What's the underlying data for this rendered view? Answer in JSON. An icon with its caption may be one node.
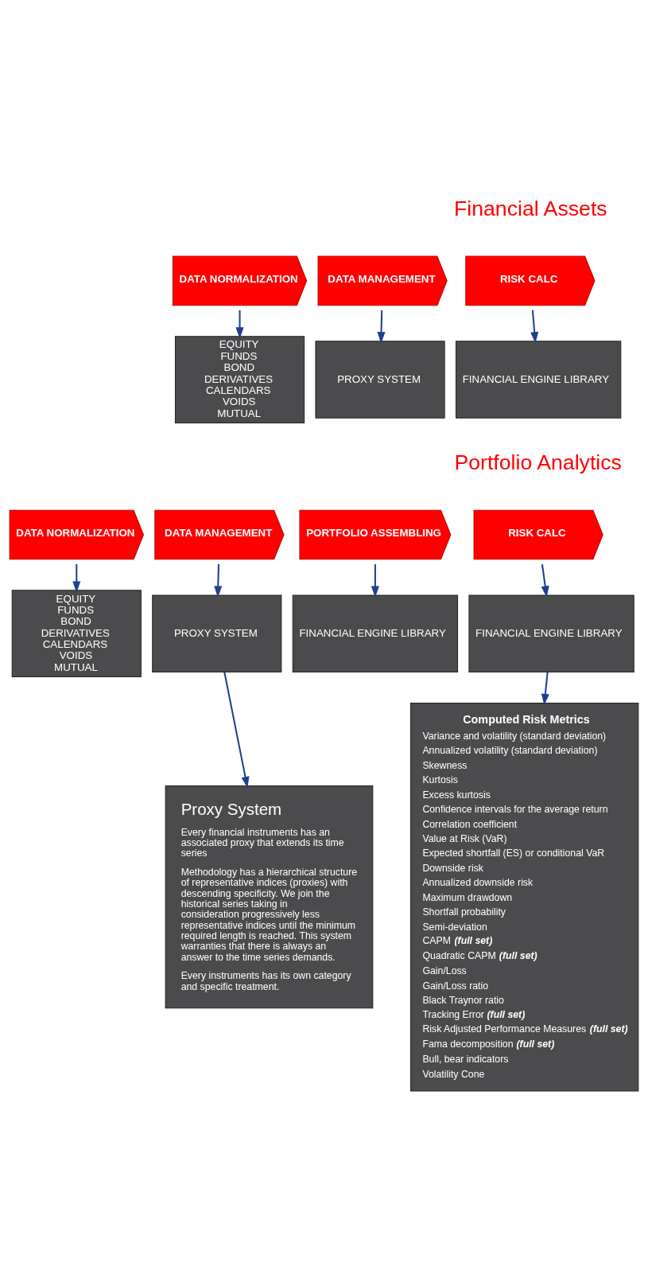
{
  "diagram": {
    "nodes": [
      {
        "text": [
          "DATA NORMALIZATION"
        ]
      },
      {
        "text": [
          "DATA MANAGEMENT"
        ]
      },
      {
        "text": [
          "RISK CALC"
        ]
      },
      {
        "text": [
          "EQUITY",
          "FUNDS",
          "BOND",
          "DERIVATIVES",
          "CALENDARS",
          "VOIDS",
          "MUTUAL"
        ]
      },
      {
        "text": [
          "PROXY SYSTEM"
        ]
      },
      {
        "text": [
          "FINANCIAL ENGINE LIBRARY"
        ]
      },
      {
        "text": [
          "DATA NORMALIZATION"
        ]
      },
      {
        "text": [
          "DATA MANAGEMENT"
        ]
      },
      {
        "text": [
          "PORTFOLIO ASSEMBLING"
        ]
      },
      {
        "text": [
          "RISK CALC"
        ]
      },
      {
        "text": [
          "EQUITY",
          "FUNDS",
          "BOND",
          "DERIVATIVES",
          "CALENDARS",
          "VOIDS",
          "MUTUAL"
        ]
      },
      {
        "text": [
          "PROXY SYSTEM"
        ]
      },
      {
        "text": [
          "FINANCIAL ENGINE LIBRARY"
        ]
      },
      {
        "text": [
          "FINANCIAL ENGINE LIBRARY"
        ]
      },
      {
        "text": [
          "Proxy System",
          "Every financial instruments has an associated proxy that extends its time series",
          "Methodology has a hierarchical structure of representative indices (proxies) with descending specificity. We join the historical series taking in consideration progressively less representative indices until the minimum required length is reached. This system warranties that there is always an answer to the time series demands.",
          "Every instruments has its own category and specific treatment."
        ]
      },
      {
        "text": [
          "Computed Risk Metrics",
          "Variance and volatility (standard deviation)",
          "Annualized volatility (standard deviation)",
          "Skewness",
          "Kurtosis",
          "Excess kurtosis",
          "Confidence intervals for the average return",
          "Correlation coefficient",
          "Value at Risk (VaR)",
          "Expected shortfall (ES) or conditional VaR",
          "Downside risk",
          "Annualized downside risk",
          "Maximum drawdown",
          "Shortfall probability",
          "Semi-deviation",
          "CAPM **(full set)**",
          "Quadratic CAPM **(full set)**",
          "Gain/Loss",
          "Gain/Loss ratio",
          "Black Traynor ratio",
          "Tracking Error **(full set)**",
          "Risk Adjusted Performance Measures **(full set)**",
          "Fama decomposition **(full set)**",
          "Bull, bear indicators",
          "Volatility Cone"
        ]
      }
    ],
    "edges": [
      {
        "from": 0,
        "to": 3,
        "arrow": "to"
      },
      {
        "from": 1,
        "to": 4,
        "arrow": "to"
      },
      {
        "from": 2,
        "to": 5,
        "arrow": "to"
      },
      {
        "from": 6,
        "to": 10,
        "arrow": "to"
      },
      {
        "from": 7,
        "to": 11,
        "arrow": "to"
      },
      {
        "from": 8,
        "to": 12,
        "arrow": "to"
      },
      {
        "from": 9,
        "to": 13,
        "arrow": "to"
      },
      {
        "from": 11,
        "to": 14,
        "arrow": "to"
      },
      {
        "from": 13,
        "to": 15,
        "arrow": "to"
      }
    ],
    "labels": [
      "Financial Assets",
      "Portfolio Analytics"
    ]
  }
}
